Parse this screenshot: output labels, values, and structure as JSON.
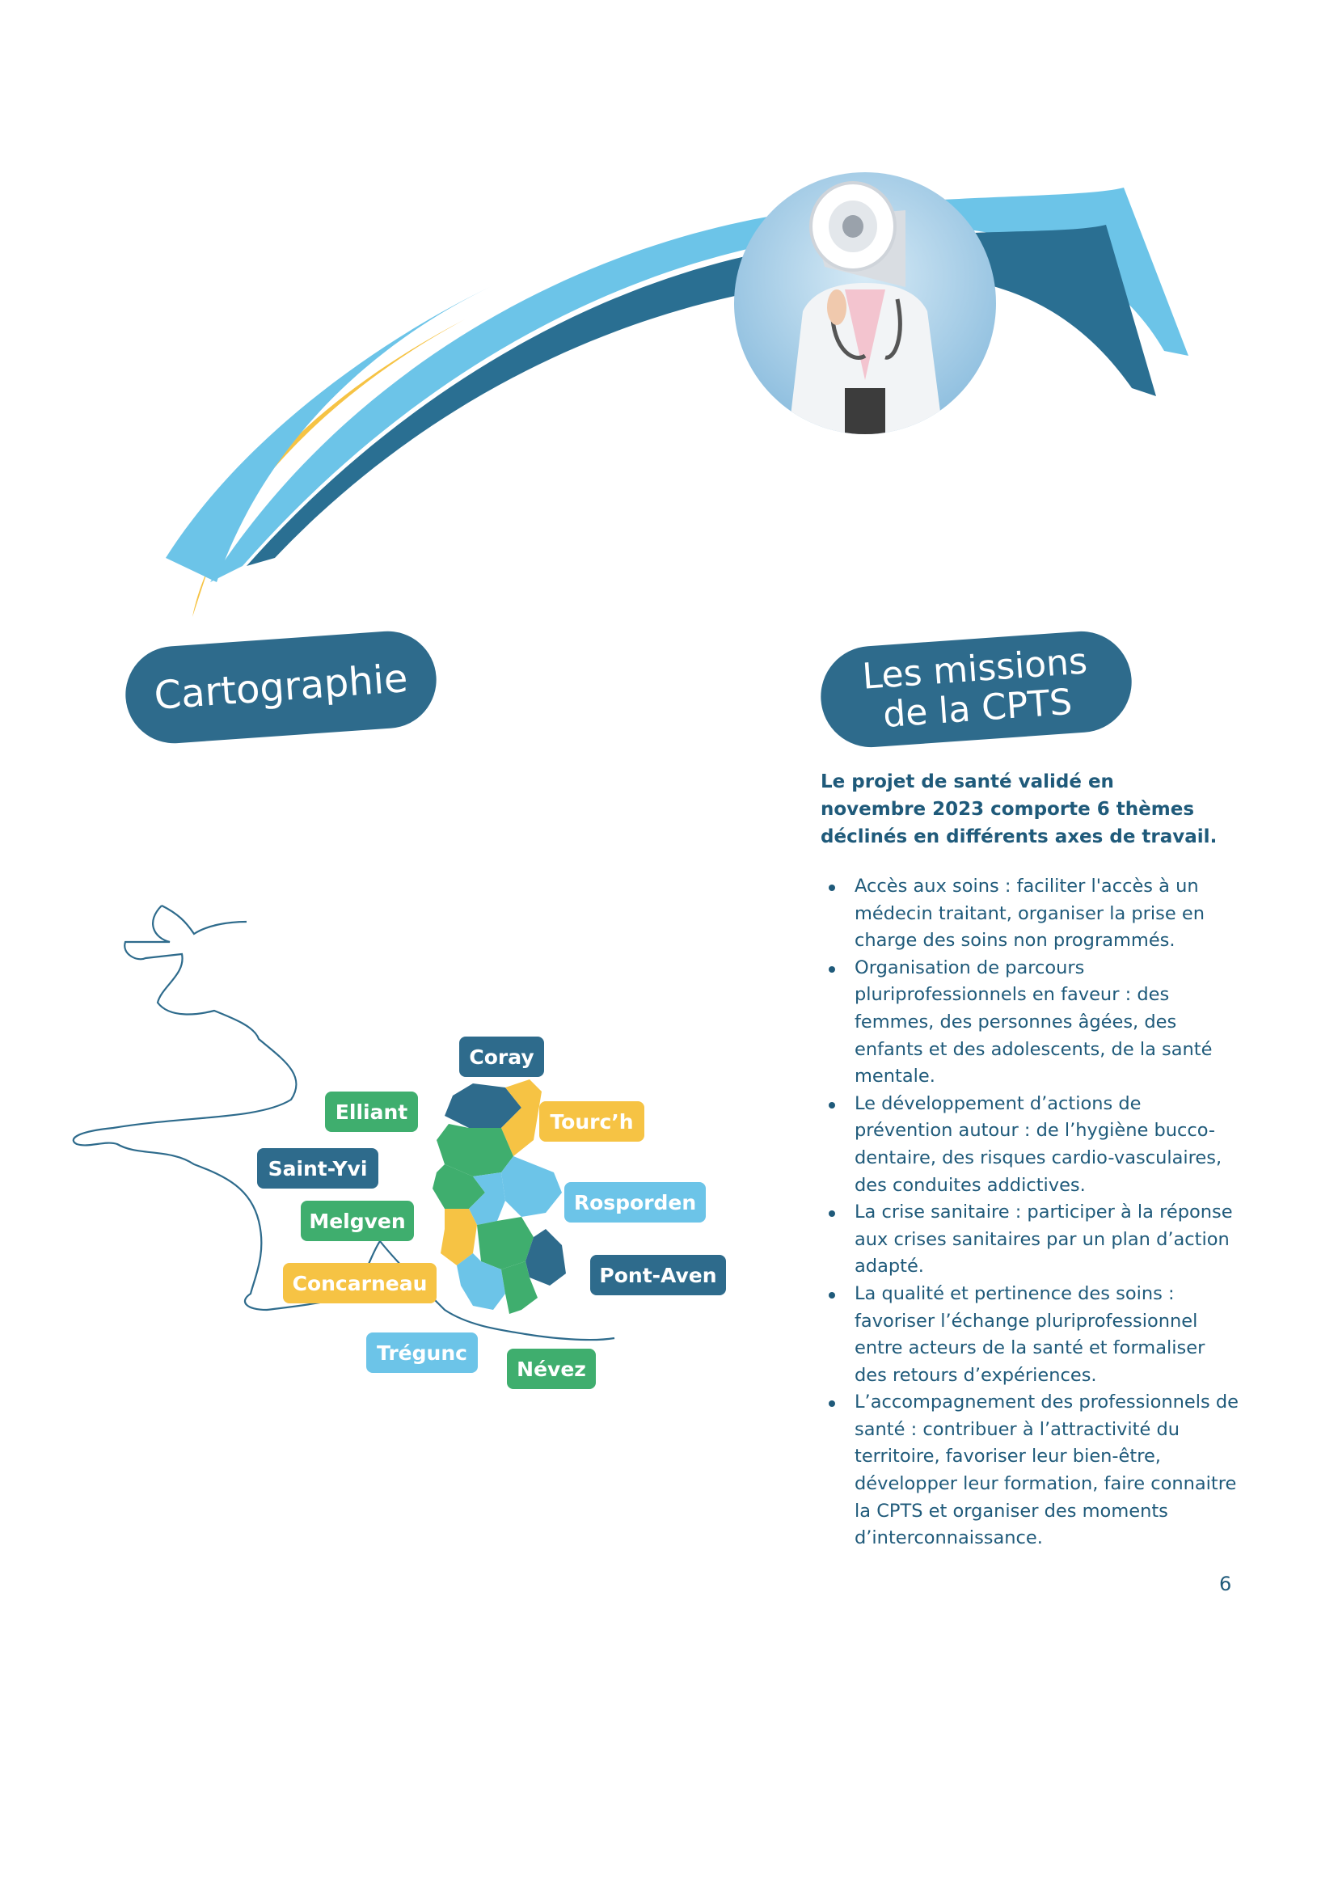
{
  "sections": {
    "cartography_title": "Cartographie",
    "missions_title_line1": "Les missions",
    "missions_title_line2": "de la CPTS"
  },
  "intro": "Le projet de santé validé en novembre 2023 comporte 6 thèmes déclinés en différents axes de travail.",
  "missions": [
    "Accès aux soins : faciliter l'accès à un médecin traitant, organiser la prise en charge des soins non programmés.",
    "Organisation de parcours pluriprofessionnels en faveur : des femmes, des personnes âgées, des enfants et des adolescents, de la santé mentale.",
    "Le développement d’actions de prévention autour : de l’hygiène bucco-dentaire, des risques cardio-vasculaires, des conduites addictives.",
    "La crise sanitaire : participer à la réponse aux crises sanitaires par un plan d’action adapté.",
    "La qualité et pertinence des soins : favoriser l’échange pluriprofessionnel entre acteurs de la santé et formaliser des retours d’expériences.",
    "L’accompagnement des professionnels de santé : contribuer à l’attractivité du territoire, favoriser leur bien-être, développer leur formation, faire connaitre la CPTS et organiser des moments d’interconnaissance."
  ],
  "map_labels": {
    "coray": "Coray",
    "elliant": "Elliant",
    "tourch": "Tourc’h",
    "saint_yvi": "Saint-Yvi",
    "rosporden": "Rosporden",
    "melgven": "Melgven",
    "concarneau": "Concarneau",
    "pont_aven": "Pont-Aven",
    "tregunc": "Trégunc",
    "nevez": "Névez"
  },
  "page_number": "6",
  "colors": {
    "dark_blue": "#2e6b8c",
    "light_blue": "#6cc4e8",
    "yellow": "#f6c344",
    "green": "#3fae6e",
    "text_blue": "#1f5a7a"
  },
  "icons": {
    "hero_image": "doctor-with-megaphone"
  }
}
